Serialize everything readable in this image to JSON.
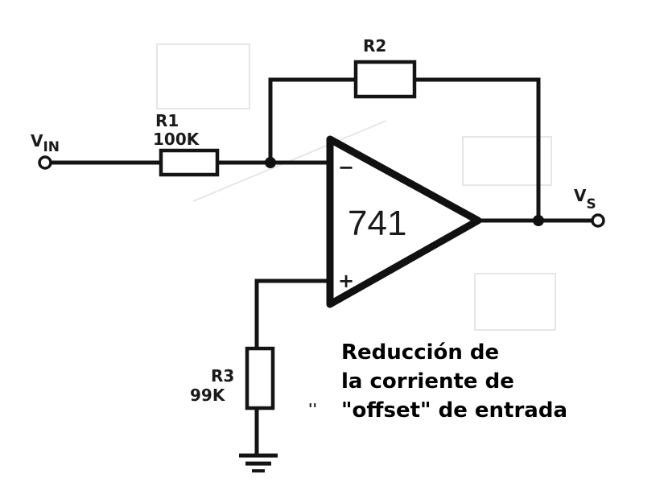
{
  "diagram": {
    "type": "inverting-amplifier-schematic",
    "opamp": {
      "label": "741",
      "inverting_sign": "−",
      "noninverting_sign": "+"
    },
    "resistors": [
      {
        "id": "R1",
        "label": "R1",
        "value": "100K"
      },
      {
        "id": "R2",
        "label": "R2",
        "value": ""
      },
      {
        "id": "R3",
        "label": "R3",
        "value": "99K"
      }
    ],
    "terminals": {
      "input": {
        "label_main": "V",
        "label_sub": "IN"
      },
      "output": {
        "label_main": "V",
        "label_sub": "S"
      }
    },
    "stray_mark": "''",
    "caption": {
      "lines": [
        "Reducción de",
        "la corriente de",
        "\"offset\" de entrada"
      ]
    },
    "colors": {
      "ink": "#141414",
      "background": "#ffffff",
      "caption": "#000000"
    }
  }
}
